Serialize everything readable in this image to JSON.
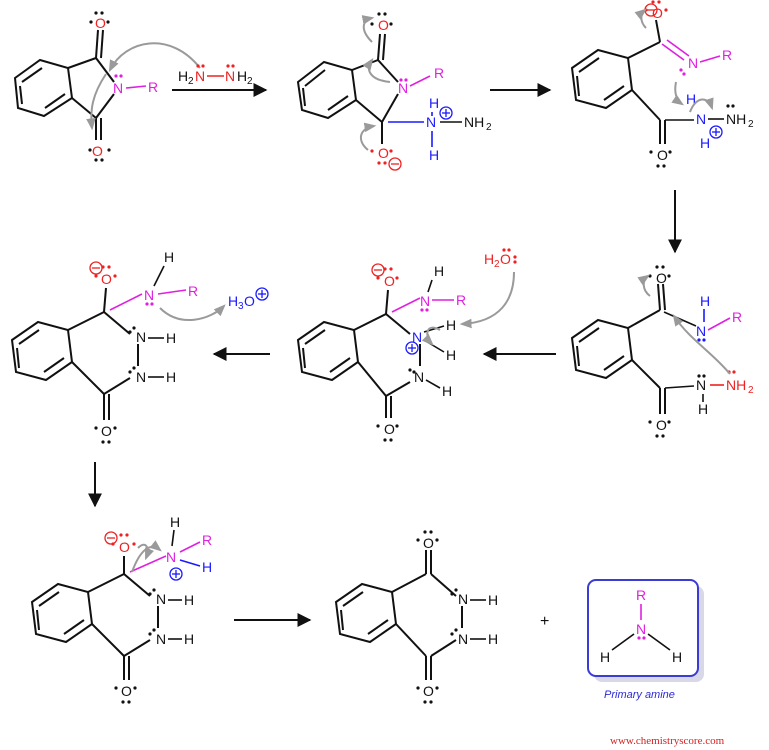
{
  "reagent": {
    "h2": "H",
    "sub": "2",
    "n1": "N",
    "n2": "N",
    "h2b": "H",
    "subb": "2"
  },
  "atoms": {
    "N": "N",
    "O": "O",
    "H": "H",
    "R": "R",
    "NH2": "NH",
    "sub2": "2",
    "H2O": "H",
    "H2O_sub": "2",
    "H2O_O": "O",
    "H3O": "H",
    "H3O_sub": "3",
    "H3O_O": "O"
  },
  "product_box": {
    "caption": "Primary amine"
  },
  "plus": "+",
  "watermark": "www.chemistryscore.com",
  "colors": {
    "black": "#111111",
    "red": "#ee2222",
    "magenta": "#e020e0",
    "blue": "#1a1aff",
    "arrow_gray": "#9a9a9a"
  }
}
